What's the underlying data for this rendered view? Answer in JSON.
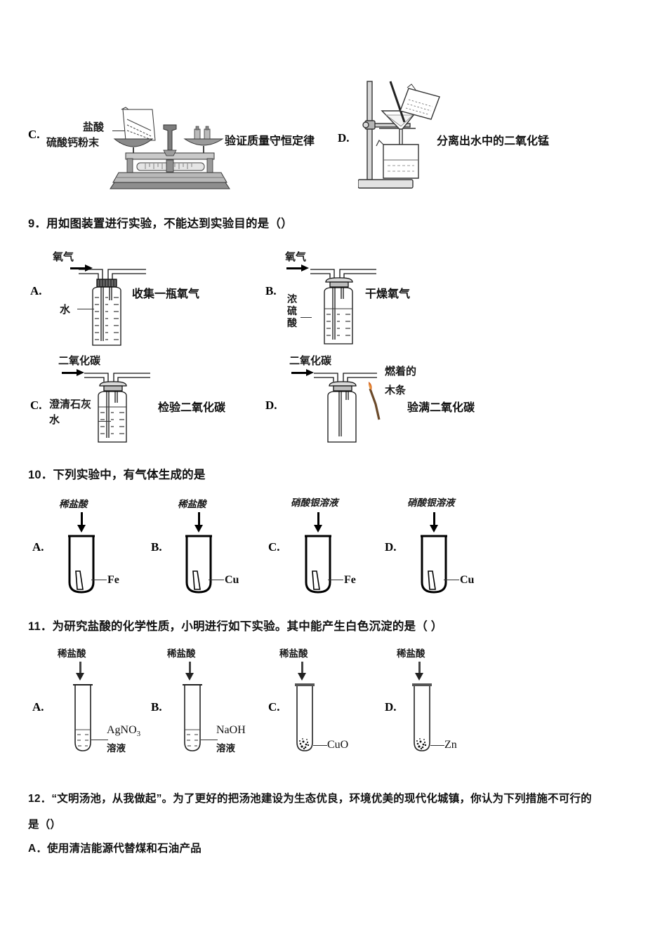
{
  "document": {
    "type": "chemistry-exam-page",
    "language": "zh-CN"
  },
  "q8_options": {
    "c": {
      "letter": "C.",
      "label_top": "盐酸",
      "label_bottom": "硫酸钙粉末",
      "caption": "验证质量守恒定律"
    },
    "d": {
      "letter": "D.",
      "caption": "分离出水中的二氧化锰"
    }
  },
  "q9": {
    "stem": "9．用如图装置进行实验，不能达到实验目的是（）",
    "options": [
      {
        "letter": "A.",
        "inlet": "氧气",
        "side_label": "水",
        "caption": "收集一瓶氧气"
      },
      {
        "letter": "B.",
        "inlet": "氧气",
        "side_label": "浓硫酸",
        "caption": "干燥氧气"
      },
      {
        "letter": "C.",
        "inlet": "二氧化碳",
        "side_label": "澄清石灰水",
        "caption": "检验二氧化碳"
      },
      {
        "letter": "D.",
        "inlet": "二氧化碳",
        "side_label": "燃着的木条",
        "caption": "验满二氧化碳"
      }
    ]
  },
  "q10": {
    "stem": "10．下列实验中，有气体生成的是",
    "options": [
      {
        "letter": "A.",
        "reagent": "稀盐酸",
        "solid": "Fe"
      },
      {
        "letter": "B.",
        "reagent": "稀盐酸",
        "solid": "Cu"
      },
      {
        "letter": "C.",
        "reagent": "硝酸银溶液",
        "solid": "Fe"
      },
      {
        "letter": "D.",
        "reagent": "硝酸银溶液",
        "solid": "Cu"
      }
    ]
  },
  "q11": {
    "stem": "11．为研究盐酸的化学性质，小明进行如下实验。其中能产生白色沉淀的是（      ）",
    "options": [
      {
        "letter": "A.",
        "reagent": "稀盐酸",
        "content_formula": "AgNO",
        "content_sub": "3",
        "content_suffix": "溶液"
      },
      {
        "letter": "B.",
        "reagent": "稀盐酸",
        "content_formula": "NaOH",
        "content_sub": "",
        "content_suffix": "溶液"
      },
      {
        "letter": "C.",
        "reagent": "稀盐酸",
        "content_formula": "CuO",
        "content_sub": "",
        "content_suffix": ""
      },
      {
        "letter": "D.",
        "reagent": "稀盐酸",
        "content_formula": "Zn",
        "content_sub": "",
        "content_suffix": ""
      }
    ]
  },
  "q12": {
    "stem_line1": "12．“文明汤池，从我做起”。为了更好的把汤池建设为生态优良，环境优美的现代化城镇，你认为下列措施不可行的",
    "stem_line2": "是（）",
    "option_a": "A．使用清洁能源代替煤和石油产品"
  },
  "colors": {
    "text": "#000000",
    "flame": "#c0392b",
    "apparatus_gray": "#555555"
  }
}
